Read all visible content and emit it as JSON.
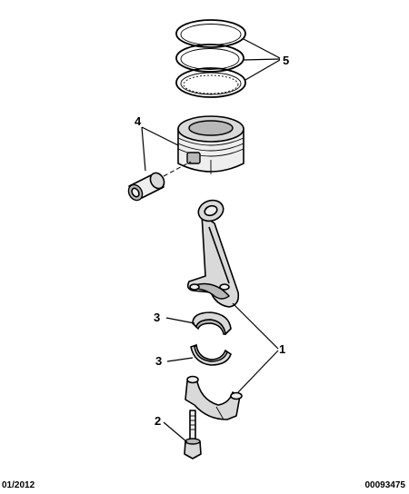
{
  "callouts": {
    "c1": "1",
    "c2": "2",
    "c3a": "3",
    "c3b": "3",
    "c4": "4",
    "c5": "5"
  },
  "footer": {
    "date": "01/2012",
    "reference": "00093475"
  }
}
